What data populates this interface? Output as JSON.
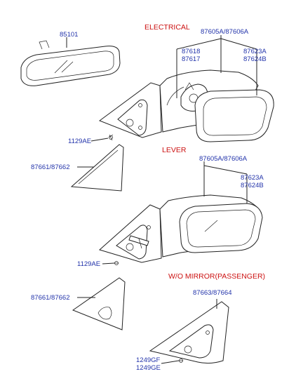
{
  "colors": {
    "part_label": "#2233aa",
    "section_label": "#cc1111",
    "line": "#222222"
  },
  "sections": {
    "electrical": "ELECTRICAL",
    "lever": "LEVER",
    "wo_mirror": "W/O MIRROR(PASSENGER)"
  },
  "parts": {
    "inner_mirror": "85101",
    "elec_assy": "87605A/87606A",
    "elec_motor_1": "87618",
    "elec_motor_2": "87617",
    "elec_glass_1": "87623A",
    "elec_glass_2": "87624B",
    "elec_screw": "1129AE",
    "elec_cover": "87661/87662",
    "lever_assy": "87605A/87606A",
    "lever_glass_1": "87623A",
    "lever_glass_2": "87624B",
    "lever_screw": "1129AE",
    "lever_cover": "87661/87662",
    "wo_assy": "87663/87664",
    "wo_screw_1": "1249GF",
    "wo_screw_2": "1249GE"
  }
}
